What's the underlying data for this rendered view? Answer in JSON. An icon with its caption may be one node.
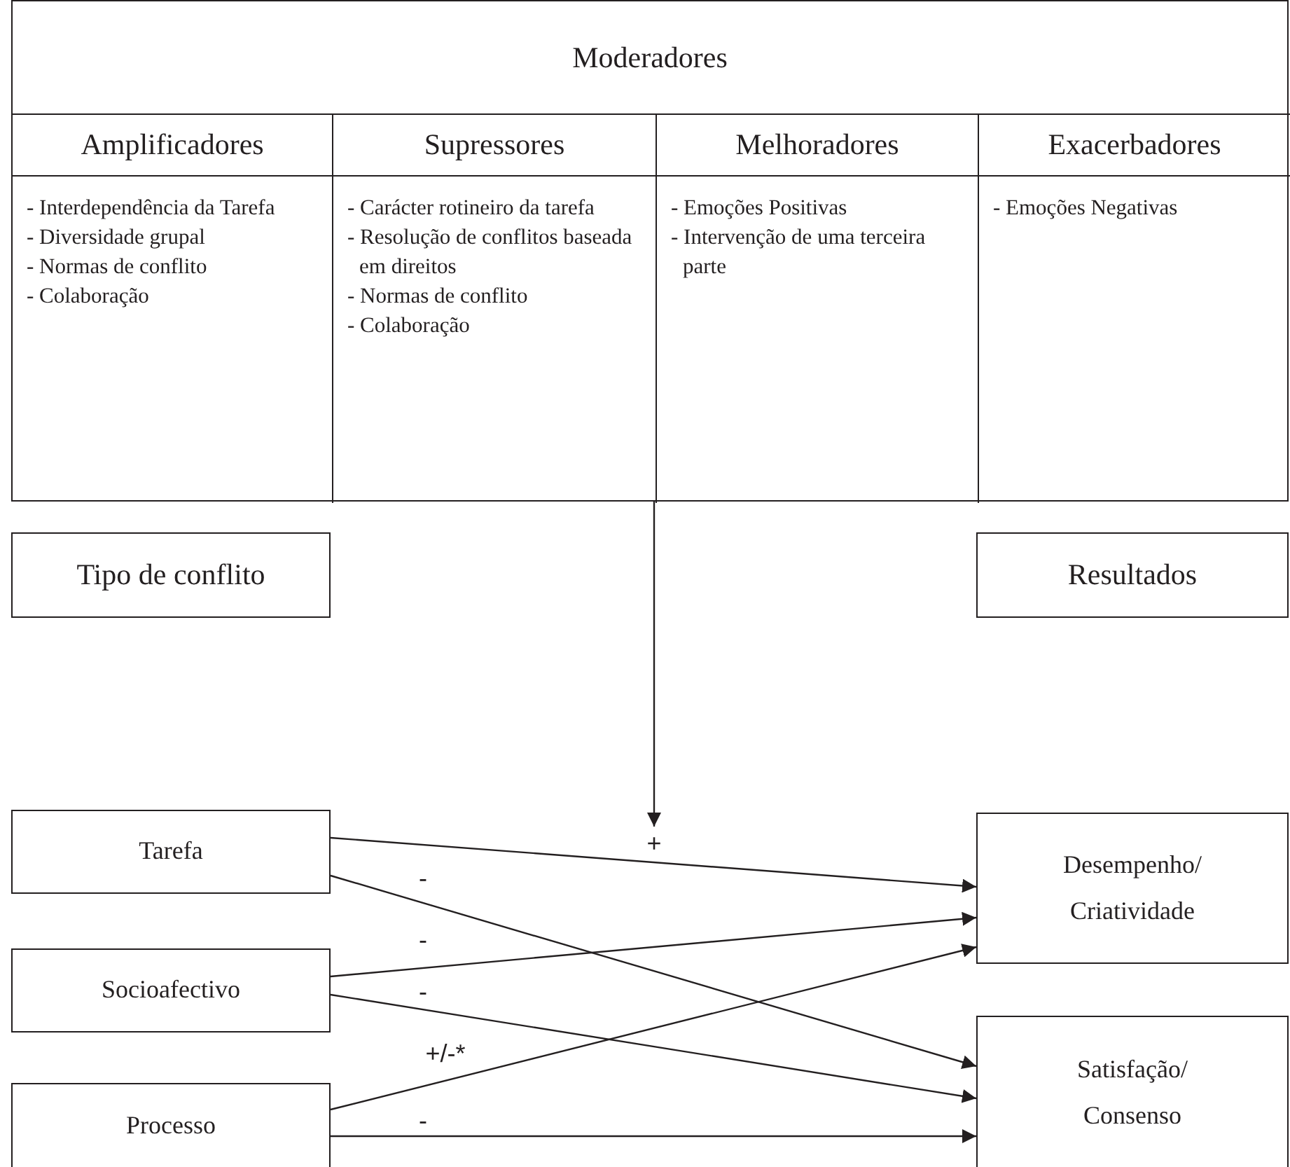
{
  "diagram": {
    "nodes": [
      {
        "text": [
          "Moderadores"
        ]
      },
      {
        "text": [
          "Amplificadores",
          "- Interdependência da Tarefa",
          "- Diversidade grupal",
          "- Normas de conflito",
          "- Colaboração"
        ],
        "in": 0
      },
      {
        "text": [
          "Supressores",
          "- Carácter rotineiro da tarefa",
          "- Resolução de conflitos baseada em direitos",
          "- Normas de conflito",
          "- Colaboração"
        ],
        "in": 0
      },
      {
        "text": [
          "Melhoradores",
          "- Emoções Positivas",
          "- Intervenção de uma terceira parte"
        ],
        "in": 0
      },
      {
        "text": [
          "Exacerbadores",
          "- Emoções Negativas"
        ],
        "in": 0
      },
      {
        "text": [
          "Tipo de conflito"
        ]
      },
      {
        "text": [
          "Resultados"
        ]
      },
      {
        "text": [
          "Tarefa"
        ]
      },
      {
        "text": [
          "Socioafectivo"
        ]
      },
      {
        "text": [
          "Processo"
        ]
      },
      {
        "text": [
          "Desempenho/ Criatividade"
        ]
      },
      {
        "text": [
          "Satisfação/ Consenso"
        ]
      }
    ],
    "edges": [
      {
        "from": 0,
        "to": null,
        "arrow": "to"
      },
      {
        "from": 7,
        "to": 10,
        "arrow": "to",
        "label": "+"
      },
      {
        "from": 7,
        "to": 11,
        "arrow": "to",
        "label": "-"
      },
      {
        "from": 8,
        "to": 10,
        "arrow": "to",
        "label": "-"
      },
      {
        "from": 8,
        "to": 11,
        "arrow": "to",
        "label": "-"
      },
      {
        "from": 9,
        "to": 10,
        "arrow": "to",
        "label": "+/-*"
      },
      {
        "from": 9,
        "to": 11,
        "arrow": "to",
        "label": "-"
      }
    ]
  }
}
